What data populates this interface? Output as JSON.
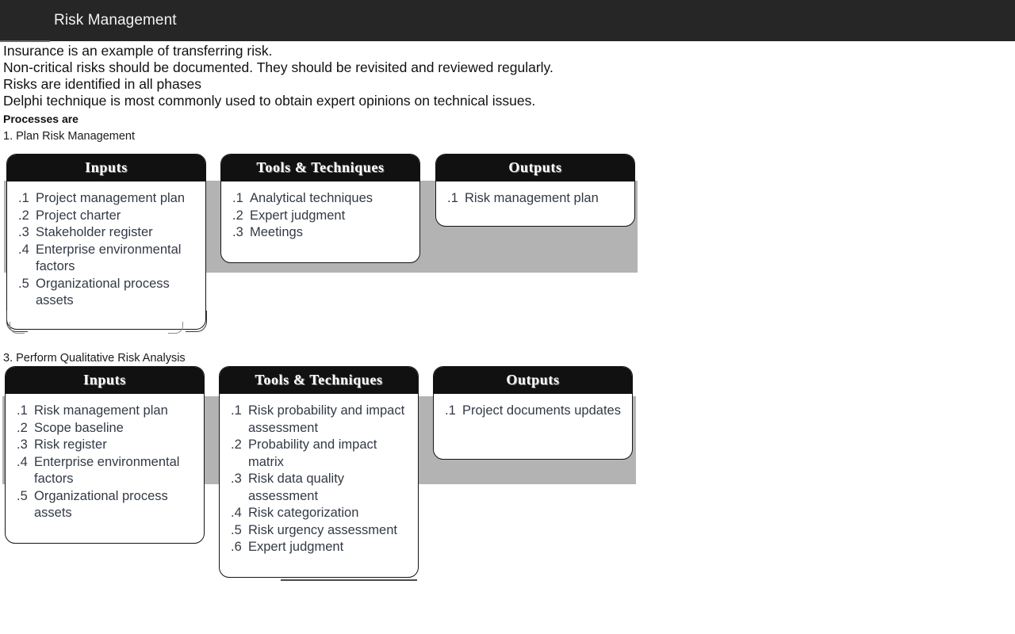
{
  "header": {
    "title": "Risk Management"
  },
  "prose": {
    "lines": [
      "Insurance is an example of transferring risk.",
      "Non-critical risks should be documented. They should be revisited and reviewed regularly.",
      "Risks are identified in all phases",
      "Delphi technique is most commonly used to obtain expert opinions on technical issues."
    ],
    "bold_line": "Processes are"
  },
  "colors": {
    "appbar_bg": "#262626",
    "appbar_text": "#f2f2f2",
    "backdrop_gray": "#b3b3b3",
    "box_header_bg": "#111111",
    "box_border": "#141414",
    "item_text": "#333a45",
    "page_bg": "#ffffff"
  },
  "processes": [
    {
      "label": "1. Plan Risk Management",
      "inputs": {
        "heading": "Inputs",
        "items": [
          {
            "num": ".1",
            "text": "Project management plan"
          },
          {
            "num": ".2",
            "text": "Project charter"
          },
          {
            "num": ".3",
            "text": "Stakeholder register"
          },
          {
            "num": ".4",
            "text": "Enterprise environmental factors"
          },
          {
            "num": ".5",
            "text": "Organizational process assets"
          }
        ]
      },
      "tools": {
        "heading": "Tools & Techniques",
        "items": [
          {
            "num": ".1",
            "text": "Analytical techniques"
          },
          {
            "num": ".2",
            "text": "Expert judgment"
          },
          {
            "num": ".3",
            "text": "Meetings"
          }
        ]
      },
      "outputs": {
        "heading": "Outputs",
        "items": [
          {
            "num": ".1",
            "text": "Risk management plan"
          }
        ]
      }
    },
    {
      "label": "3. Perform Qualitative Risk Analysis",
      "inputs": {
        "heading": "Inputs",
        "items": [
          {
            "num": ".1",
            "text": "Risk management plan"
          },
          {
            "num": ".2",
            "text": "Scope baseline"
          },
          {
            "num": ".3",
            "text": "Risk register"
          },
          {
            "num": ".4",
            "text": "Enterprise environmental factors"
          },
          {
            "num": ".5",
            "text": "Organizational process assets"
          }
        ]
      },
      "tools": {
        "heading": "Tools & Techniques",
        "items": [
          {
            "num": ".1",
            "text": "Risk probability and impact assessment"
          },
          {
            "num": ".2",
            "text": "Probability and impact matrix"
          },
          {
            "num": ".3",
            "text": "Risk data quality assessment"
          },
          {
            "num": ".4",
            "text": "Risk categorization"
          },
          {
            "num": ".5",
            "text": "Risk urgency assessment"
          },
          {
            "num": ".6",
            "text": "Expert judgment"
          }
        ]
      },
      "outputs": {
        "heading": "Outputs",
        "items": [
          {
            "num": ".1",
            "text": "Project documents updates"
          }
        ]
      }
    }
  ]
}
